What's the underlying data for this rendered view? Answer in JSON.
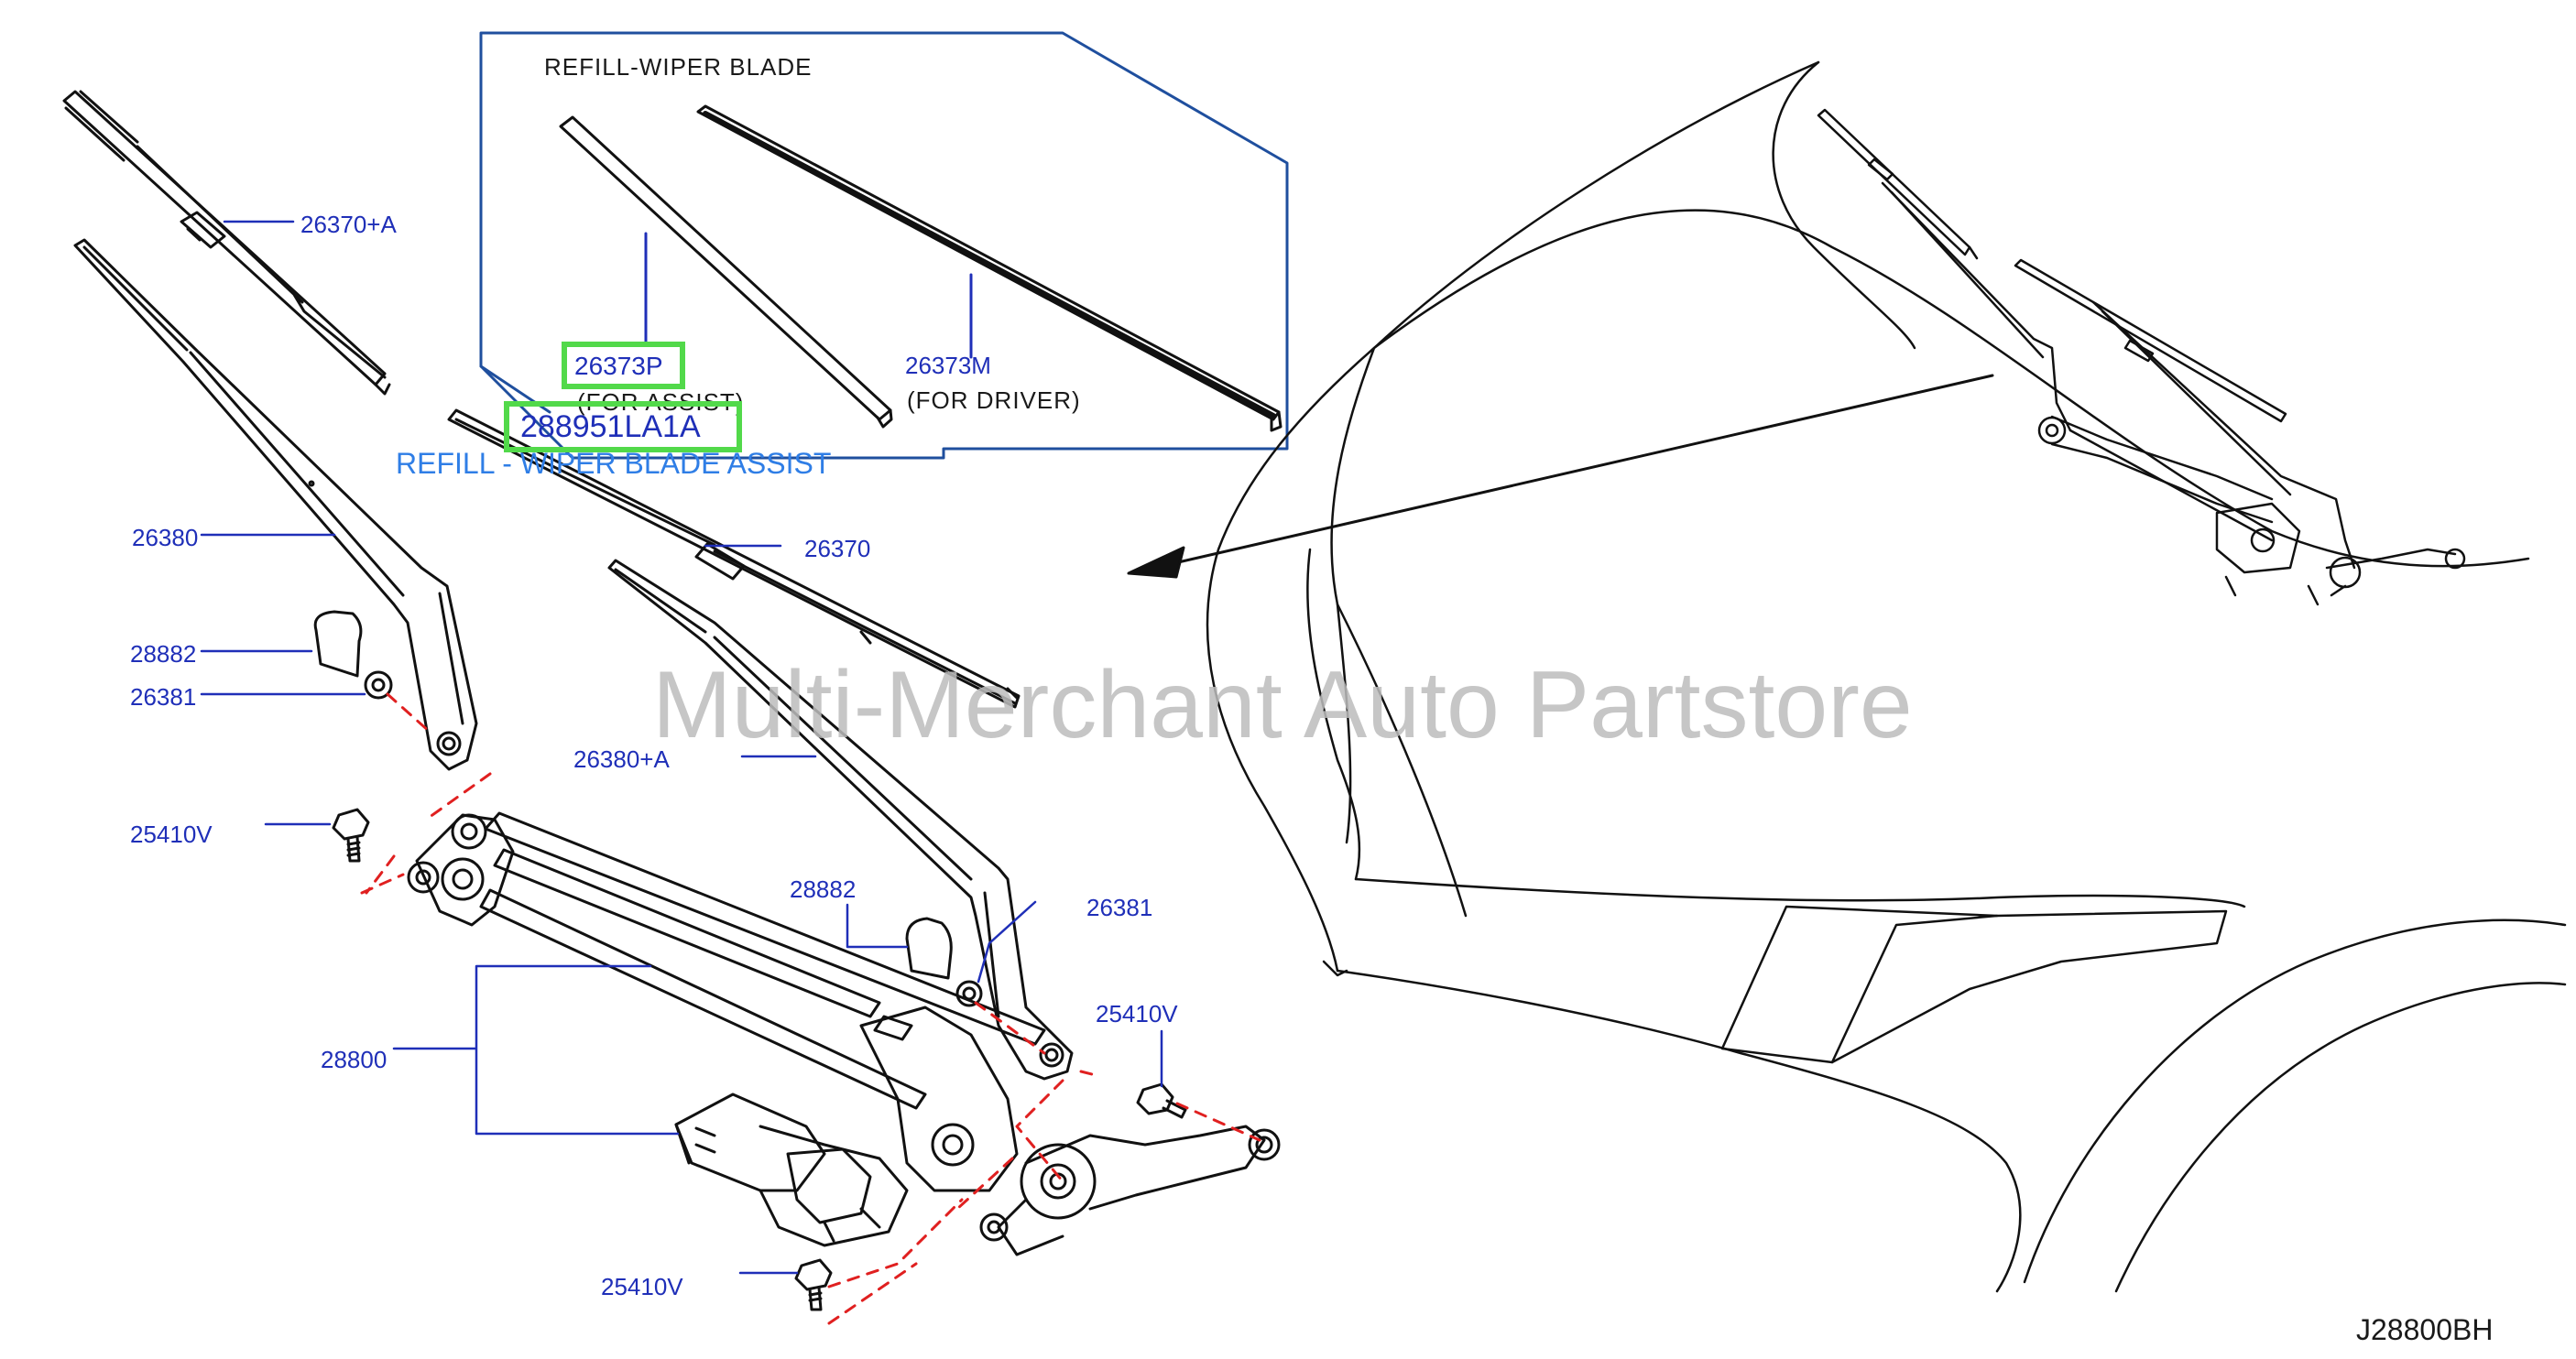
{
  "diagram_code": "J28800BH",
  "watermark": "Multi-Merchant Auto Partstore",
  "inset": {
    "title": "REFILL-WIPER  BLADE",
    "assist_part": "26373P",
    "assist_note": "(FOR  ASSIST)",
    "driver_part": "26373M",
    "driver_note": "(FOR  DRIVER)"
  },
  "highlight": {
    "part_number": "288951LA1A",
    "description": "REFILL - WIPER BLADE ASSIST"
  },
  "callouts": {
    "blade_assist": "26370+A",
    "blade_driver": "26370",
    "arm_left": "26380",
    "cap_left": "28882",
    "nut_left": "26381",
    "bolt_left": "25410V",
    "arm_right": "26380+A",
    "cap_right": "28882",
    "nut_right": "26381",
    "bolt_right": "25410V",
    "linkage_motor": "28800",
    "bolt_bottom": "25410V"
  },
  "colors": {
    "line": "#111111",
    "label": "#1f2fb8",
    "inset_border": "#1f4f9e",
    "dash": "#e02020",
    "highlight": "#52d94a",
    "assist_text": "#2f7ee6"
  }
}
